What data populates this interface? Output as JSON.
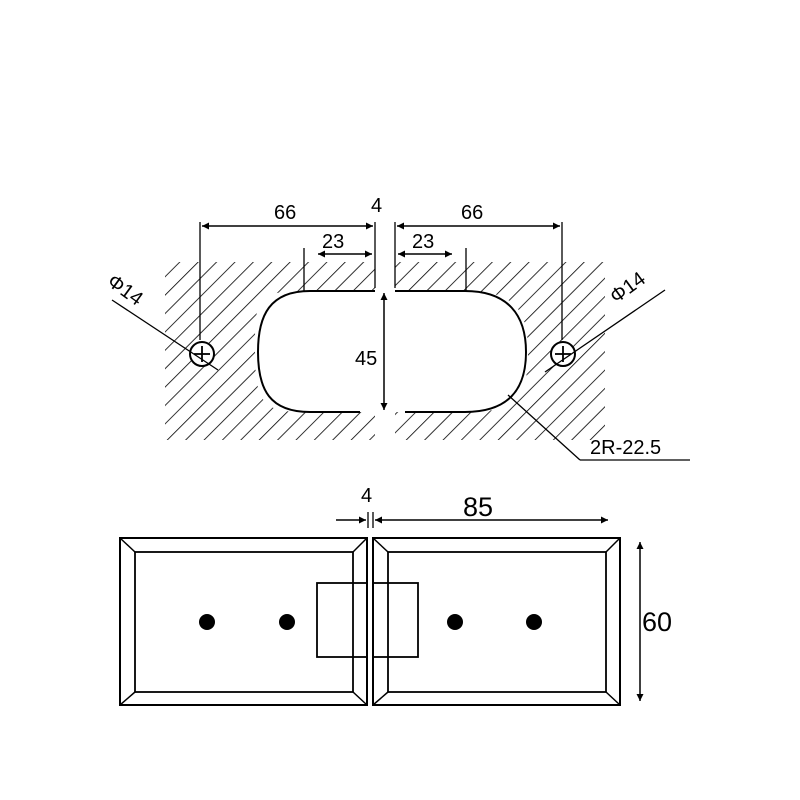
{
  "top_view": {
    "left_width": "66",
    "right_width": "66",
    "gap": "4",
    "left_offset": "23",
    "right_offset": "23",
    "cutout_height": "45",
    "left_hole_dia": "Φ14",
    "right_hole_dia": "Φ14",
    "radius_note": "2R-22.5"
  },
  "front_view": {
    "gap": "4",
    "plate_width": "85",
    "plate_height": "60"
  },
  "colors": {
    "ink": "#000000",
    "background": "#ffffff"
  }
}
